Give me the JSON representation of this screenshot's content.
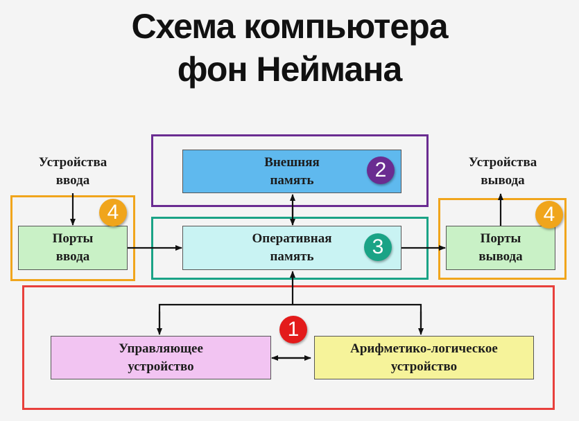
{
  "title": {
    "line1": "Схема компьютера",
    "line2": "фон Неймана"
  },
  "labels": {
    "input_devices": [
      "Устройства",
      "ввода"
    ],
    "output_devices": [
      "Устройства",
      "вывода"
    ]
  },
  "blocks": {
    "external_memory": [
      "Внешняя",
      "память"
    ],
    "ram": [
      "Оперативная",
      "память"
    ],
    "input_ports": [
      "Порты",
      "ввода"
    ],
    "output_ports": [
      "Порты",
      "вывода"
    ],
    "control_unit": [
      "Управляющее",
      "устройство"
    ],
    "alu": [
      "Арифметико-логическое",
      "устройство"
    ]
  },
  "badges": {
    "processor": "1",
    "external_memory": "2",
    "ram": "3",
    "input_ports": "4",
    "output_ports": "4"
  },
  "colors": {
    "processor_frame": "#e8403c",
    "external_memory_frame": "#6a2c91",
    "ram_frame": "#1aa386",
    "ports_frame": "#f0a51c",
    "external_memory_fill": "#5fb9ee",
    "ram_fill": "#c9f3f3",
    "ports_fill": "#c9f1c6",
    "control_unit_fill": "#f2c4f2",
    "alu_fill": "#f6f39a",
    "badge_1": "#e31b1b",
    "badge_2": "#6a2c91",
    "badge_3": "#1aa386",
    "badge_4": "#f0a51c"
  }
}
